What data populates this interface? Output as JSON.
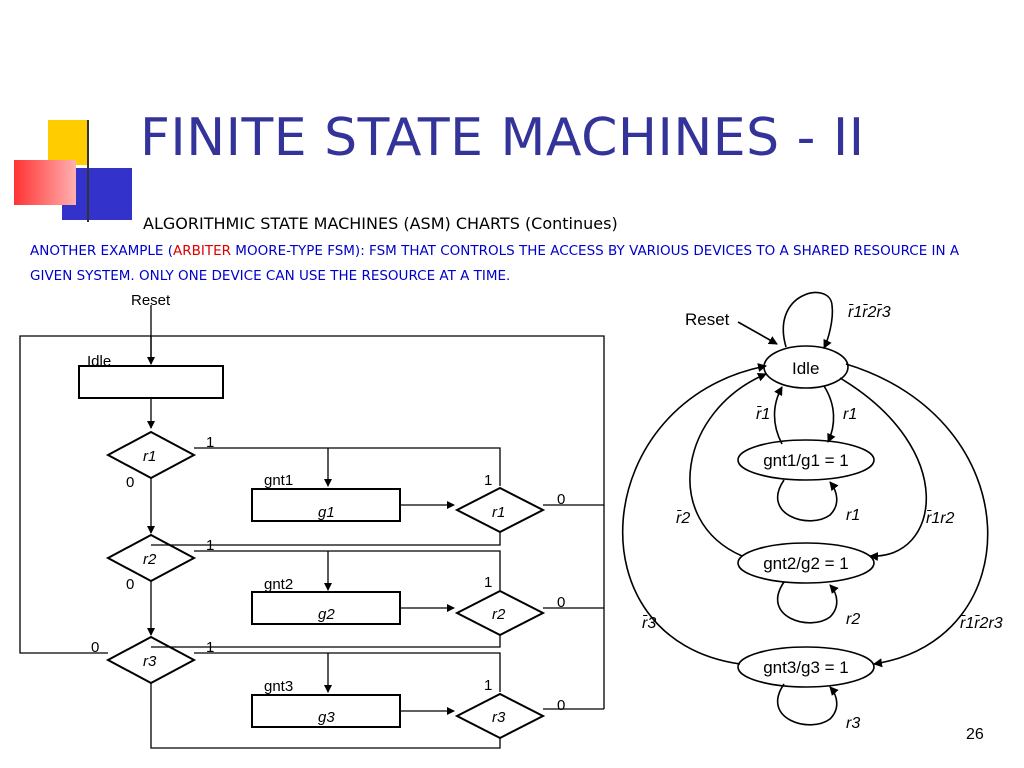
{
  "title": "FINITE STATE MACHINES - II",
  "subtitle": "ALGORITHMIC STATE MACHINES (ASM) CHARTS (Continues)",
  "description": {
    "before": "ANOTHER EXAMPLE (",
    "highlight": "ARBITER",
    "after": " MOORE-TYPE FSM): FSM THAT CONTROLS THE ACCESS BY VARIOUS DEVICES TO A SHARED RESOURCE IN A GIVEN SYSTEM. ONLY ONE DEVICE CAN USE THE RESOURCE AT A TIME."
  },
  "page_number": "26",
  "colors": {
    "title": "#333399",
    "description": "#0000cc",
    "highlight": "#dd0000"
  },
  "asm": {
    "reset": "Reset",
    "idle": "Idle",
    "decision_r1": "r1",
    "decision_r2": "r2",
    "decision_r3": "r3",
    "one": "1",
    "zero": "0",
    "gnt1": "gnt1",
    "gnt2": "gnt2",
    "gnt3": "gnt3",
    "g1": "g1",
    "g2": "g2",
    "g3": "g3"
  },
  "state_diagram": {
    "reset": "Reset",
    "idle": "Idle",
    "states": [
      "gnt1/g1 = 1",
      "gnt2/g2 = 1",
      "gnt3/g3 = 1"
    ],
    "labels": {
      "idle_loop": "r̄1r̄2r̄3",
      "to_gnt1": "r1",
      "from_gnt1": "r̄1",
      "gnt1_loop": "r1",
      "to_gnt2": "r̄1r2",
      "from_gnt2": "r̄2",
      "gnt2_loop": "r2",
      "to_gnt3": "r̄1r̄2r3",
      "from_gnt3": "r̄3",
      "gnt3_loop": "r3"
    }
  }
}
